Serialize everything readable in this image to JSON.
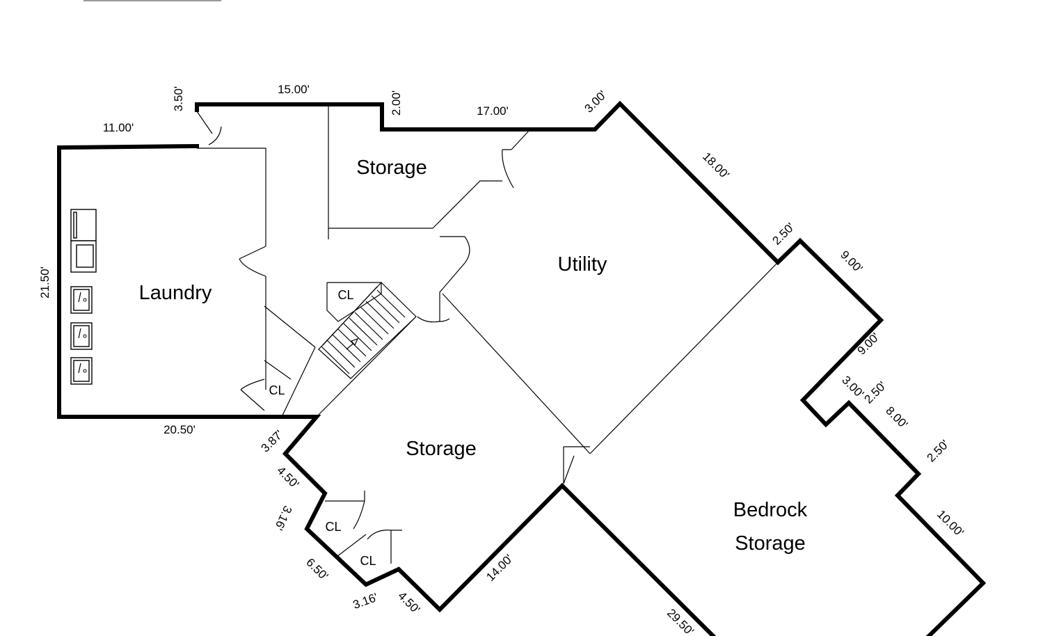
{
  "rooms": {
    "laundry": "Laundry",
    "storage_top": "Storage",
    "utility": "Utility",
    "storage_bottom": "Storage",
    "bedrock_line1": "Bedrock",
    "bedrock_line2": "Storage"
  },
  "closets": {
    "cl_stair": "CL",
    "cl_laundry": "CL",
    "cl_lower_1": "CL",
    "cl_lower_2": "CL"
  },
  "dimensions": {
    "d_3_50_top": "3.50'",
    "d_15_00": "15.00'",
    "d_2_00": "2.00'",
    "d_17_00": "17.00'",
    "d_3_00_top": "3.00'",
    "d_11_00": "11.00'",
    "d_18_00": "18.00'",
    "d_21_50": "21.50'",
    "d_2_50_a": "2.50'",
    "d_9_00_a": "9.00'",
    "d_9_00_b": "9.00'",
    "d_3_00_b": "3.00'",
    "d_2_50_b": "2.50'",
    "d_8_00": "8.00'",
    "d_2_50_c": "2.50'",
    "d_20_50": "20.50'",
    "d_3_87": "3.87'",
    "d_4_50_a": "4.50'",
    "d_3_16_a": "3.16'",
    "d_10_00": "10.00'",
    "d_6_50": "6.50'",
    "d_14_00": "14.00'",
    "d_3_16_b": "3.16'",
    "d_4_50_b": "4.50'",
    "d_29_50": "29.50'"
  },
  "icons": {
    "stair_arrow": "up-arrow-icon",
    "washer": "washer-icon",
    "dryer": "dryer-icon",
    "sink": "sink-icon"
  }
}
